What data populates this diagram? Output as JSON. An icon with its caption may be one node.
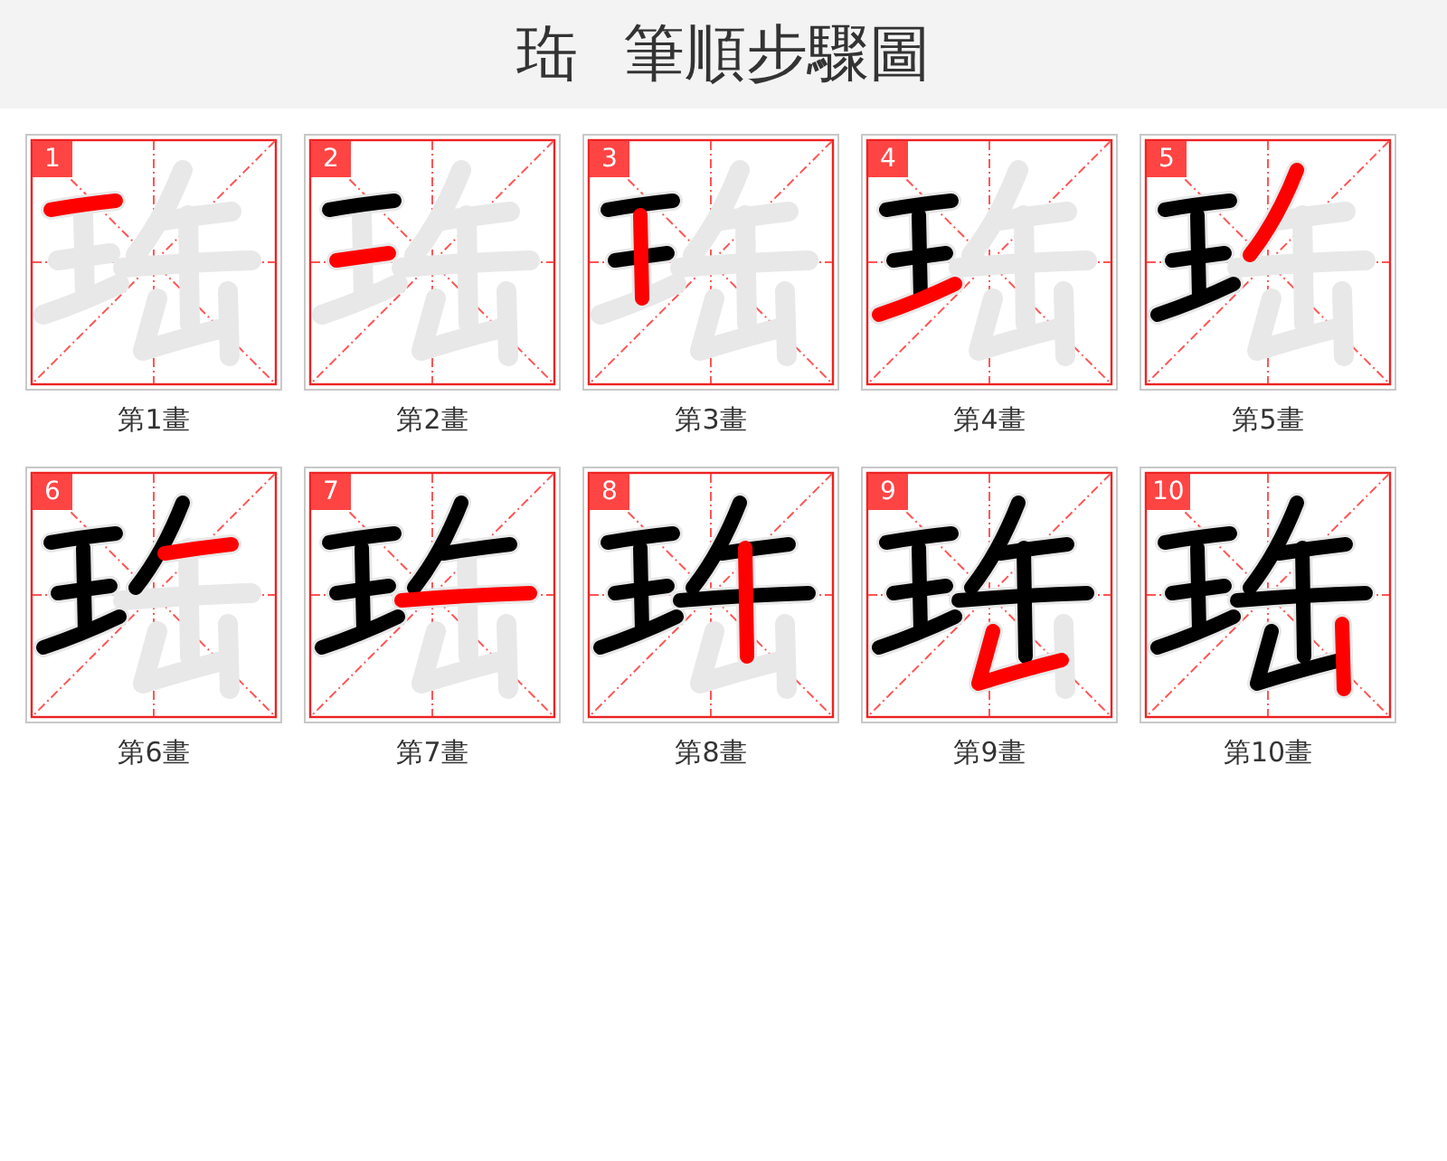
{
  "diagram": {
    "title": "珤 筆順步驟圖",
    "nodes": [
      {
        "text": [
          "1"
        ],
        "beside": [
          "第1畫"
        ]
      },
      {
        "text": [
          "2"
        ],
        "beside": [
          "第2畫"
        ]
      },
      {
        "text": [
          "3"
        ],
        "beside": [
          "第3畫"
        ]
      },
      {
        "text": [
          "4"
        ],
        "beside": [
          "第4畫"
        ]
      },
      {
        "text": [
          "5"
        ],
        "beside": [
          "第5畫"
        ]
      },
      {
        "text": [
          "6"
        ],
        "beside": [
          "第6畫"
        ]
      },
      {
        "text": [
          "7"
        ],
        "beside": [
          "第7畫"
        ]
      },
      {
        "text": [
          "8"
        ],
        "beside": [
          "第8畫"
        ]
      },
      {
        "text": [
          "9"
        ],
        "beside": [
          "第9畫"
        ]
      },
      {
        "text": [
          "10"
        ],
        "beside": [
          "第10畫"
        ]
      }
    ]
  }
}
